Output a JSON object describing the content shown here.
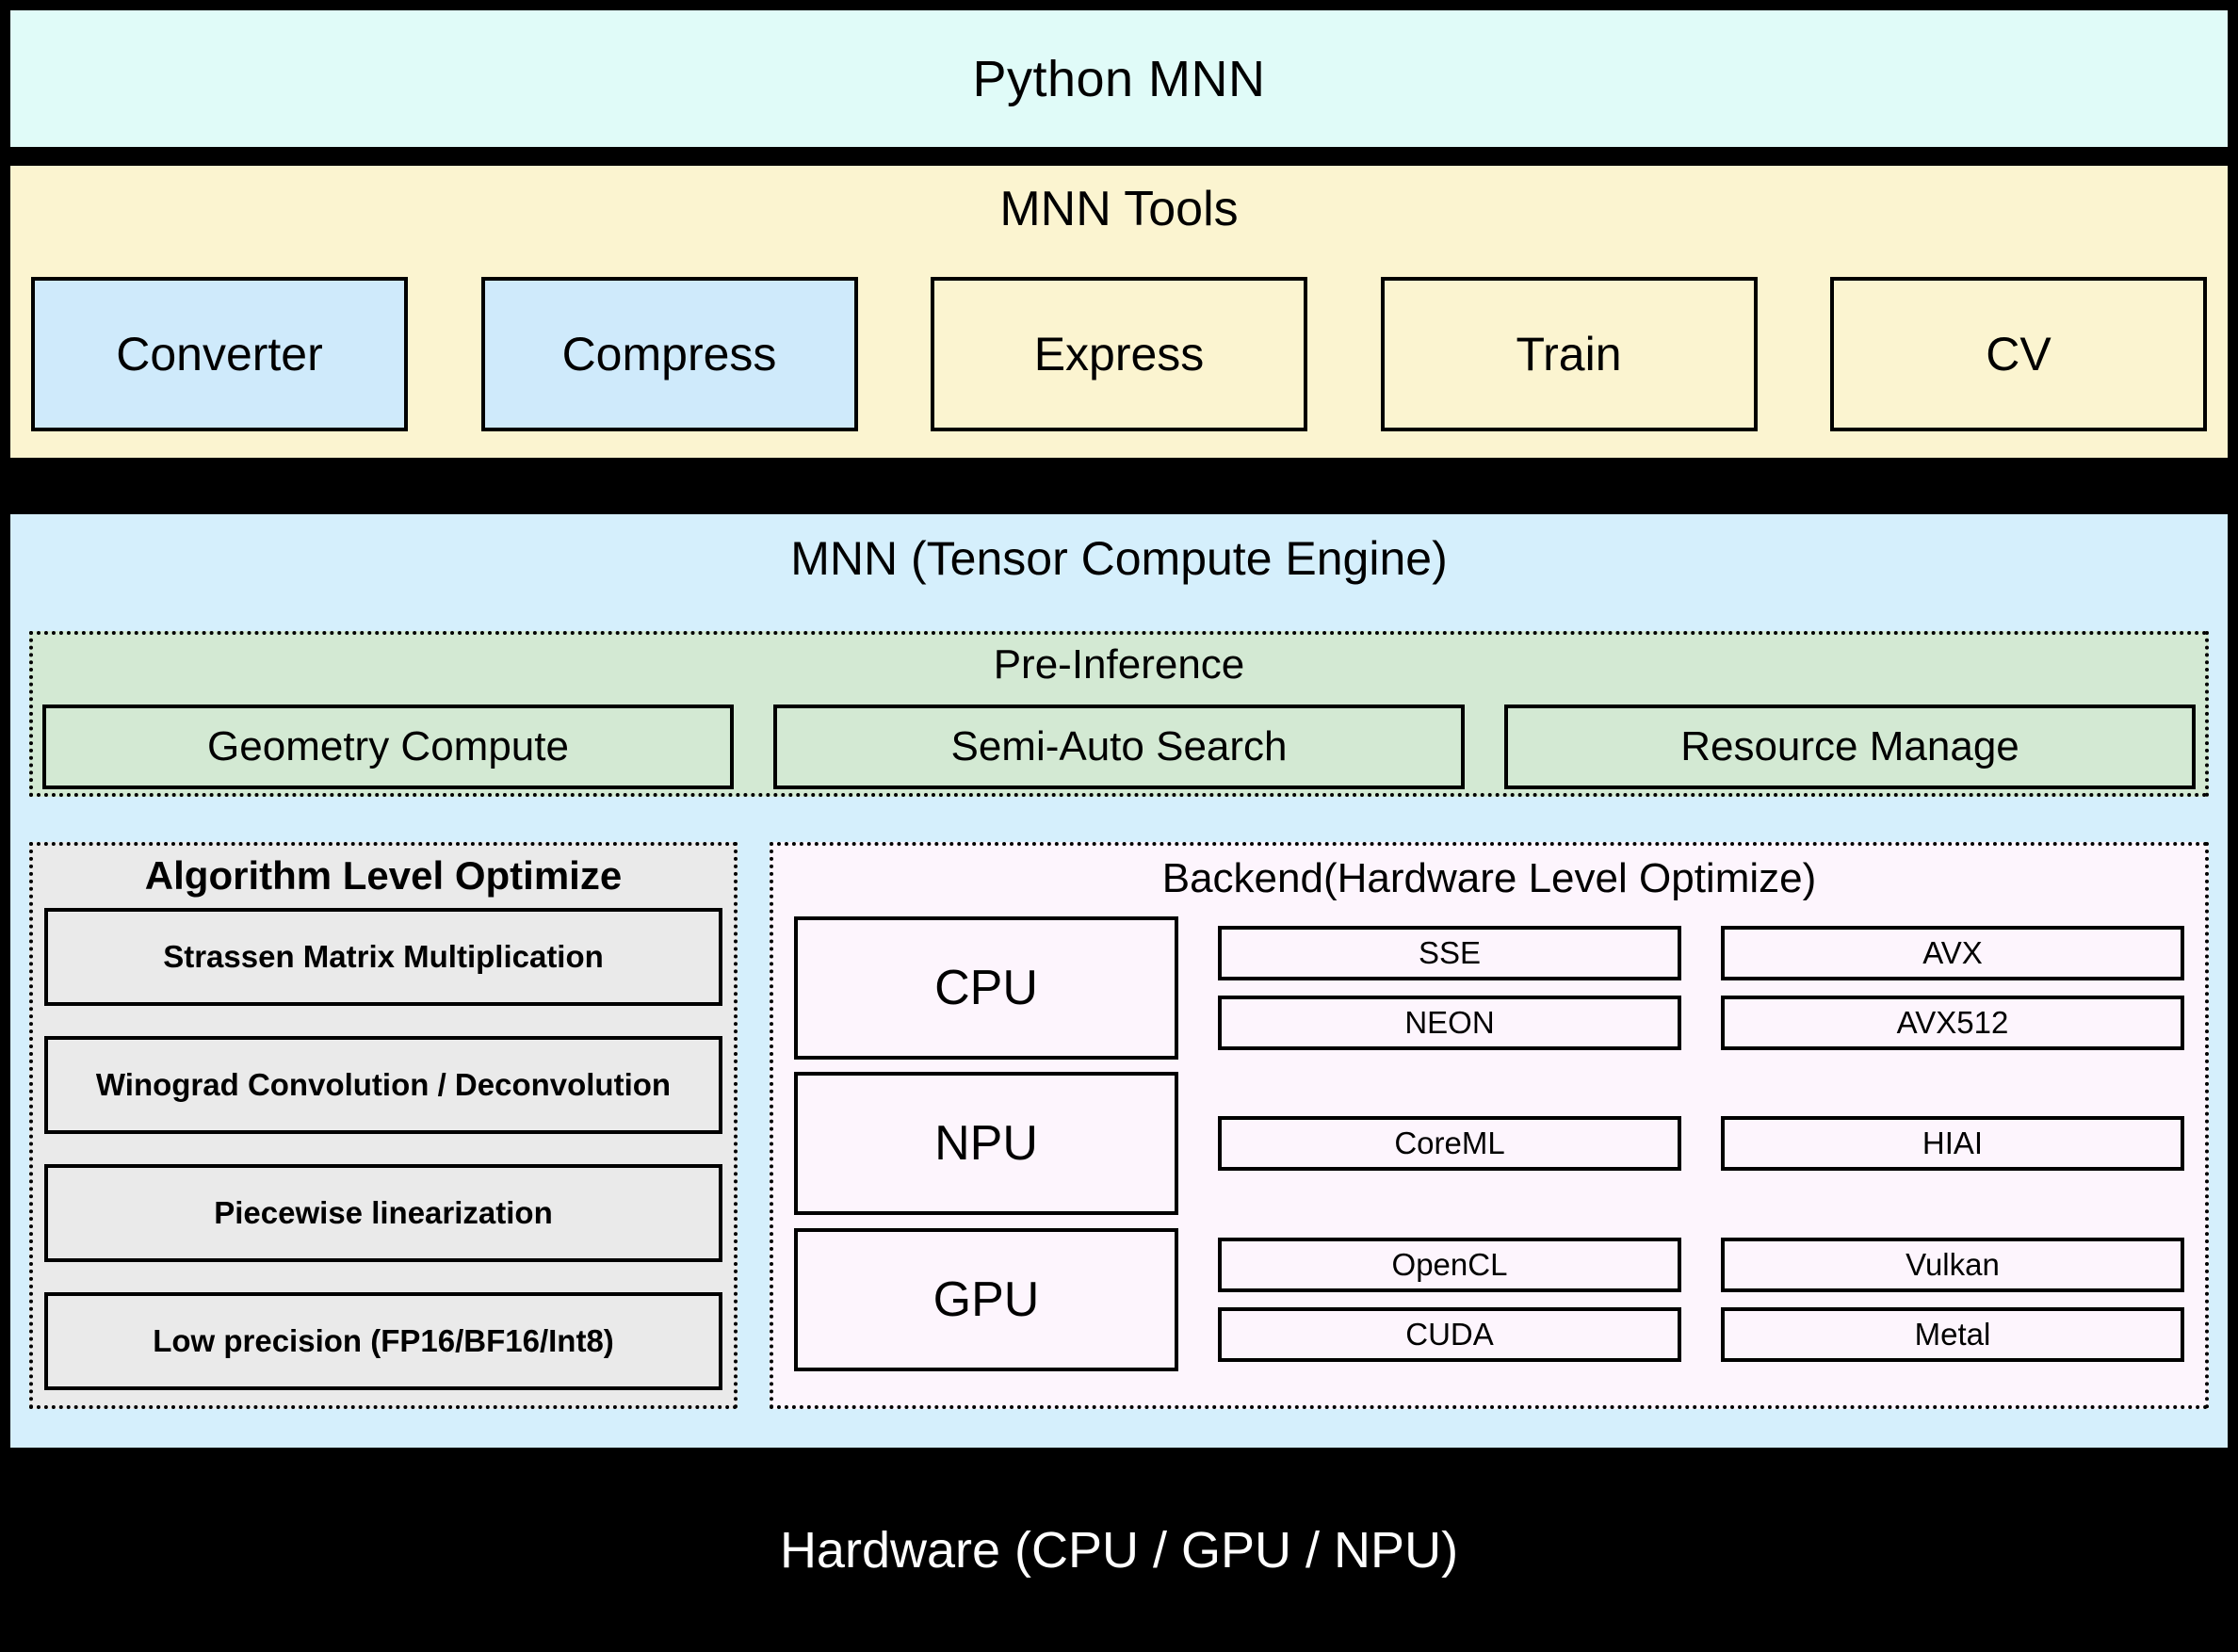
{
  "colors": {
    "python_band_bg": "#e0fbf8",
    "tools_band_bg": "#fbf4d0",
    "tools_highlight_bg": "#cfeafb",
    "engine_band_bg": "#d5effc",
    "preinference_bg": "#d3e9d3",
    "algorithm_bg": "#eaeaea",
    "backend_bg": "#fdf5fd",
    "hardware_bg": "#000000",
    "hardware_text": "#ffffff",
    "stroke": "#000000"
  },
  "python_layer": {
    "title": "Python MNN"
  },
  "tools_layer": {
    "title": "MNN Tools",
    "items": [
      {
        "label": "Converter",
        "highlighted": true
      },
      {
        "label": "Compress",
        "highlighted": true
      },
      {
        "label": "Express",
        "highlighted": false
      },
      {
        "label": "Train",
        "highlighted": false
      },
      {
        "label": "CV",
        "highlighted": false
      }
    ]
  },
  "engine_layer": {
    "title": "MNN (Tensor Compute Engine)",
    "pre_inference": {
      "title": "Pre-Inference",
      "items": [
        {
          "label": "Geometry Compute"
        },
        {
          "label": "Semi-Auto Search"
        },
        {
          "label": "Resource Manage"
        }
      ]
    },
    "algorithm_level_optimize": {
      "title": "Algorithm Level Optimize",
      "items": [
        {
          "label": "Strassen Matrix Multiplication"
        },
        {
          "label": "Winograd Convolution / Deconvolution"
        },
        {
          "label": "Piecewise linearization"
        },
        {
          "label": "Low precision (FP16/BF16/Int8)"
        }
      ]
    },
    "backend": {
      "title": "Backend(Hardware Level Optimize)",
      "rows": [
        {
          "unit": "CPU",
          "pairs": [
            {
              "left": "SSE",
              "right": "AVX"
            },
            {
              "left": "NEON",
              "right": "AVX512"
            }
          ]
        },
        {
          "unit": "NPU",
          "pairs": [
            {
              "left": "CoreML",
              "right": "HIAI"
            }
          ]
        },
        {
          "unit": "GPU",
          "pairs": [
            {
              "left": "OpenCL",
              "right": "Vulkan"
            },
            {
              "left": "CUDA",
              "right": "Metal"
            }
          ]
        }
      ]
    }
  },
  "hardware_layer": {
    "title": "Hardware (CPU / GPU / NPU)"
  }
}
